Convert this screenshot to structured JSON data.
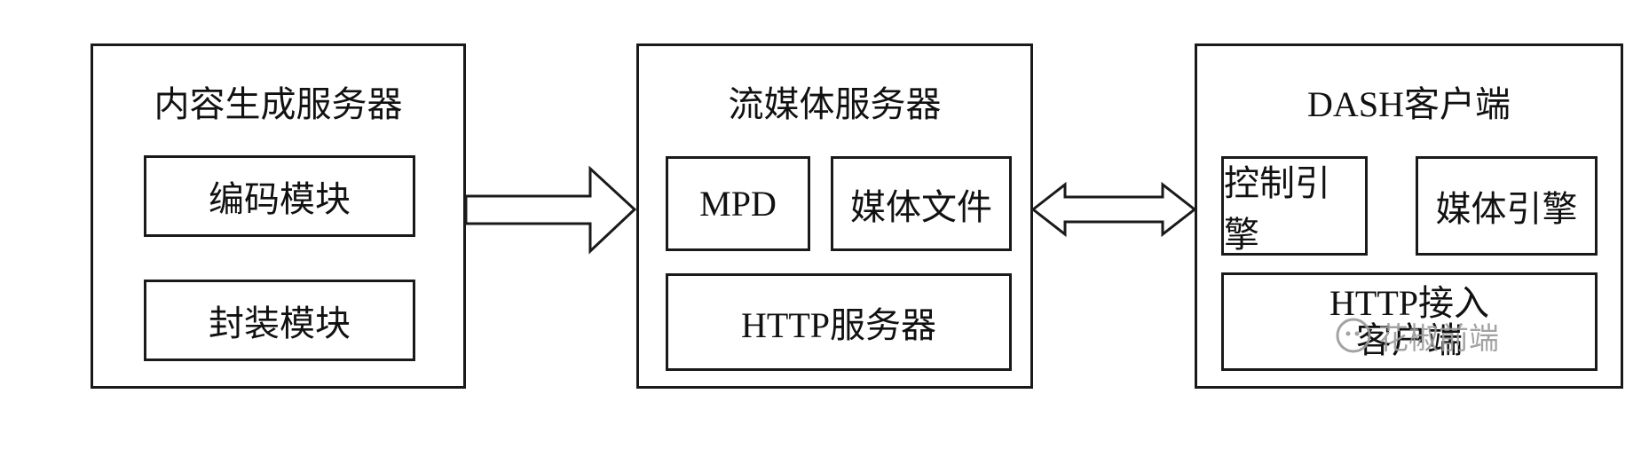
{
  "content_server": {
    "title": "内容生成服务器",
    "modules": [
      "编码模块",
      "封装模块"
    ]
  },
  "streaming_server": {
    "title": "流媒体服务器",
    "mpd": "MPD",
    "media_files": "媒体文件",
    "http_server": "HTTP服务器"
  },
  "dash_client": {
    "title": "DASH客户端",
    "control_engine": "控制引擎",
    "media_engine": "媒体引擎",
    "http_access_line1": "HTTP接入",
    "http_access_line2": "客户端"
  },
  "watermark": {
    "text": "花椒前端",
    "icon": "wechat-icon"
  }
}
